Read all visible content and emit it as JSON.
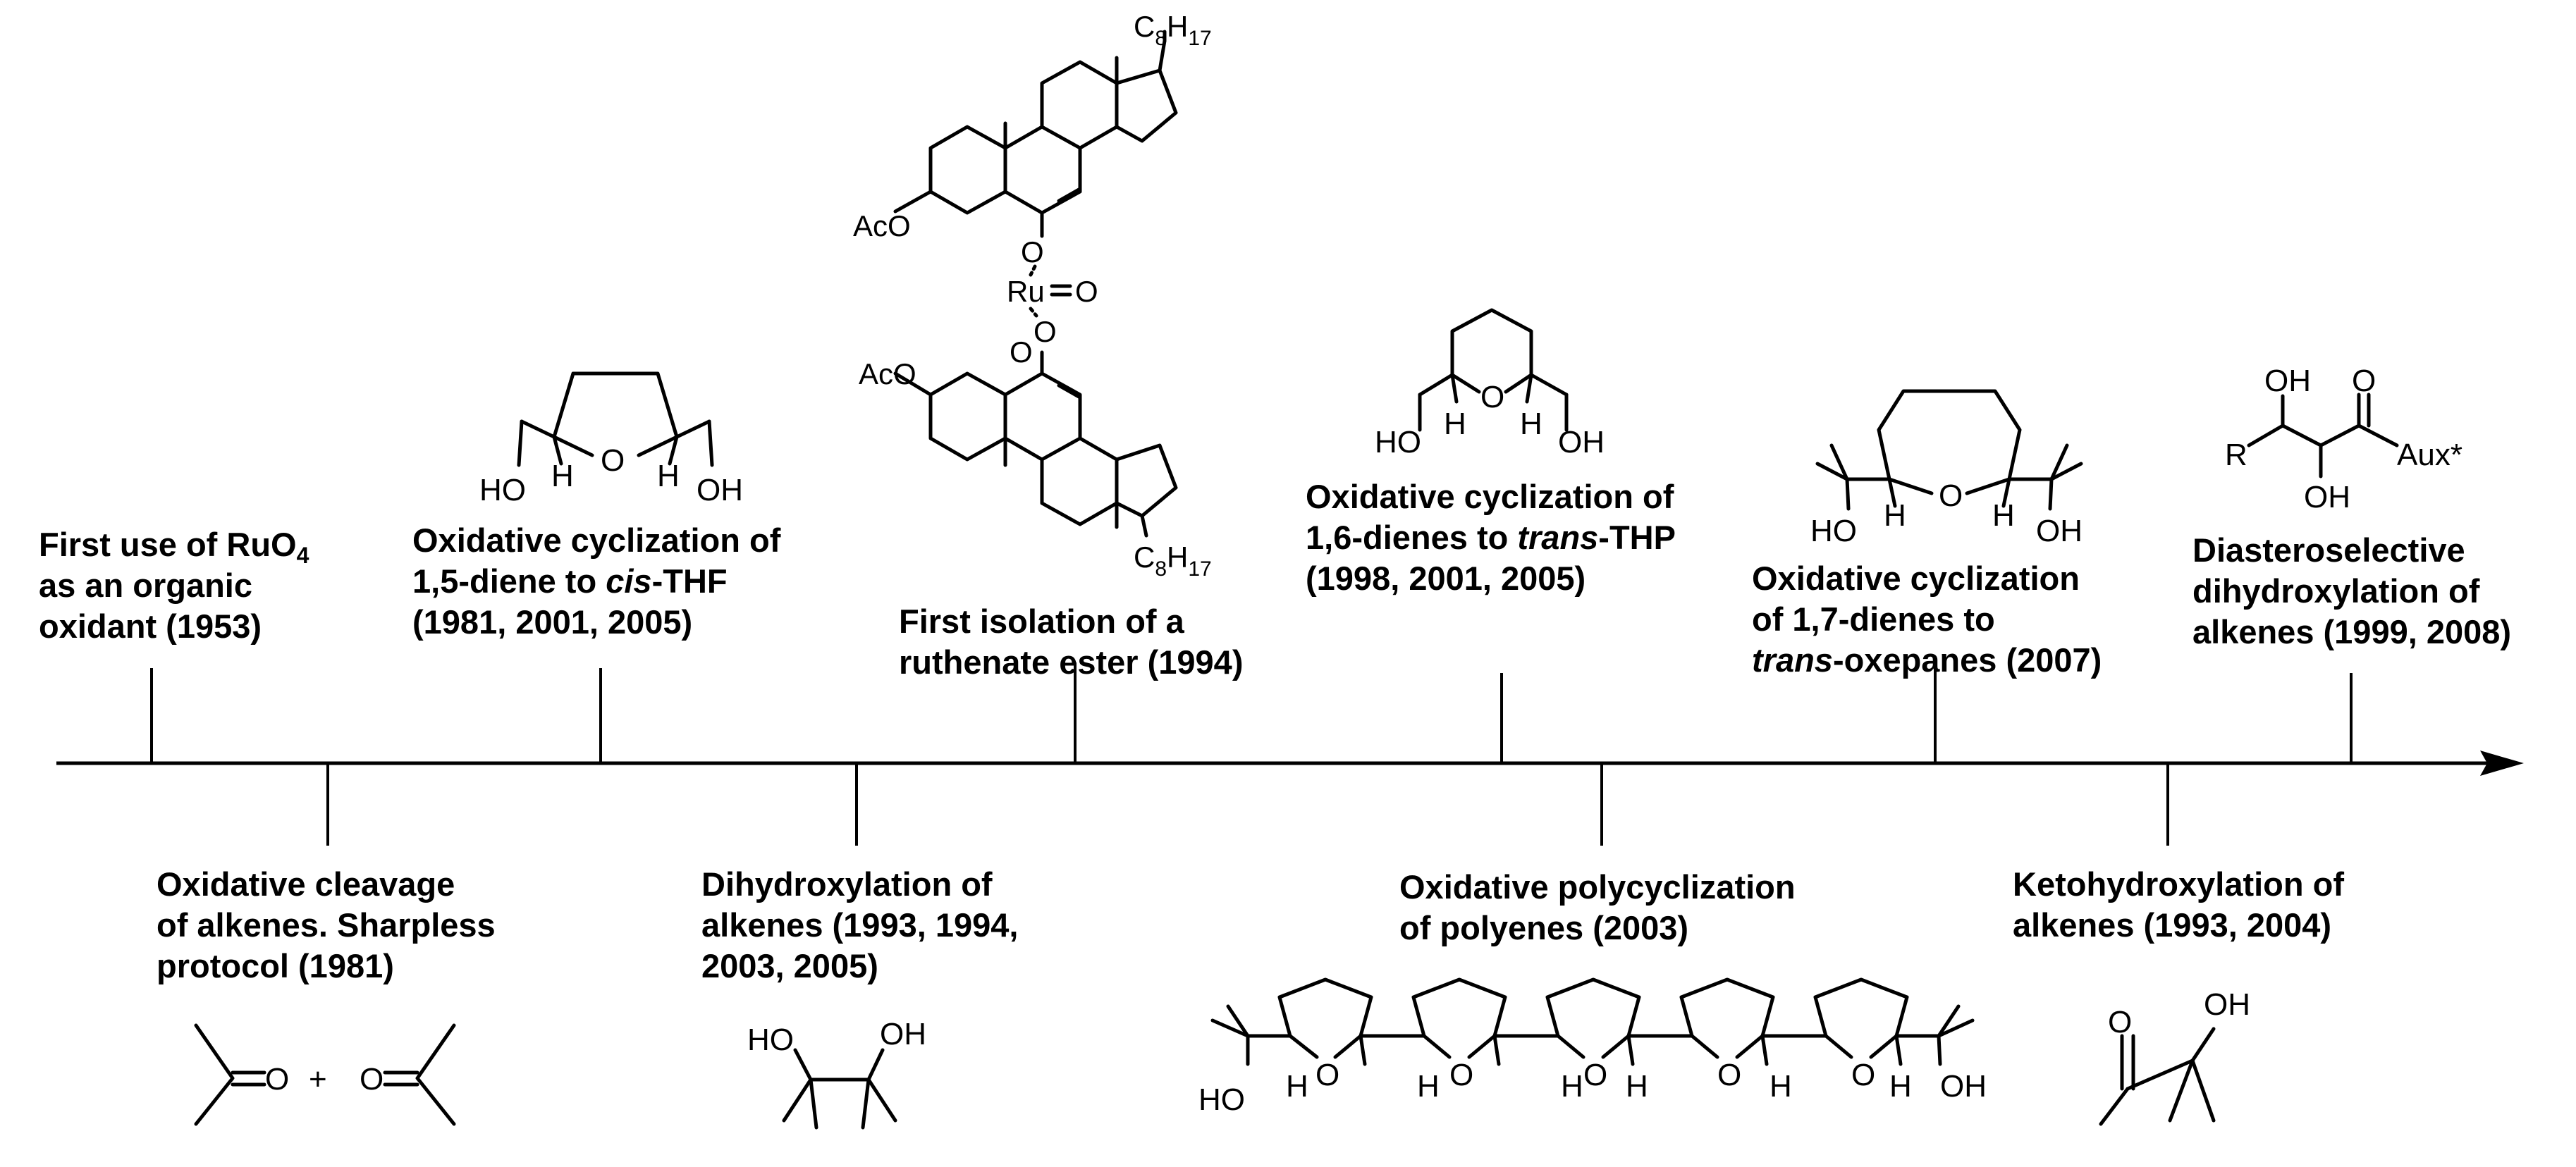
{
  "events": [
    {
      "id": "ruo4",
      "lines": [
        [
          "First use of RuO",
          "4",
          ""
        ],
        [
          "as an organic"
        ],
        [
          "oxidant (1953)"
        ]
      ]
    },
    {
      "id": "cleavage",
      "lines": [
        [
          "Oxidative cleavage"
        ],
        [
          "of alkenes. Sharpless"
        ],
        [
          "protocol (1981)"
        ]
      ]
    },
    {
      "id": "thf",
      "line1": "Oxidative cyclization of",
      "line2": "1,5-diene to ",
      "line2_italic": "cis",
      "line2_end": "-THF",
      "line3": "(1981, 2001, 2005)"
    },
    {
      "id": "dihydrox",
      "lines": [
        [
          "Dihydroxylation of"
        ],
        [
          "alkenes (1993, 1994,"
        ],
        [
          "2003, 2005)"
        ]
      ]
    },
    {
      "id": "ruthenate",
      "lines": [
        [
          "First isolation of a"
        ],
        [
          "ruthenate ester (1994)"
        ]
      ]
    },
    {
      "id": "thp",
      "line1": "Oxidative cyclization of",
      "line2": "1,6-dienes to ",
      "line2_italic": "trans",
      "line2_end": "-THP",
      "line3": "(1998, 2001, 2005)"
    },
    {
      "id": "polycyc",
      "lines": [
        [
          "Oxidative polycyclization"
        ],
        [
          "of polyenes (2003)"
        ]
      ]
    },
    {
      "id": "oxepane",
      "line1": "Oxidative cyclization",
      "line2": "of 1,7-dienes to",
      "line3_italic": "trans",
      "line3_end": "-oxepanes  (2007)"
    },
    {
      "id": "ketohydrox",
      "lines": [
        [
          "Ketohydroxylation of"
        ],
        [
          "alkenes (1993, 2004)"
        ]
      ]
    },
    {
      "id": "diastereo",
      "lines": [
        [
          "Diasteroselective"
        ],
        [
          "dihydroxylation of"
        ],
        [
          "alkenes (1999, 2008)"
        ]
      ]
    }
  ],
  "structure_labels": {
    "HO": "HO",
    "OH": "OH",
    "H": "H",
    "O": "O",
    "plus": "+",
    "Ru": "Ru",
    "AcO": "AcO",
    "C8H17_C": "C",
    "C8H17_a": "8",
    "C8H17_H": "H",
    "C8H17_b": "17",
    "R": "R",
    "Aux": "Aux*"
  }
}
